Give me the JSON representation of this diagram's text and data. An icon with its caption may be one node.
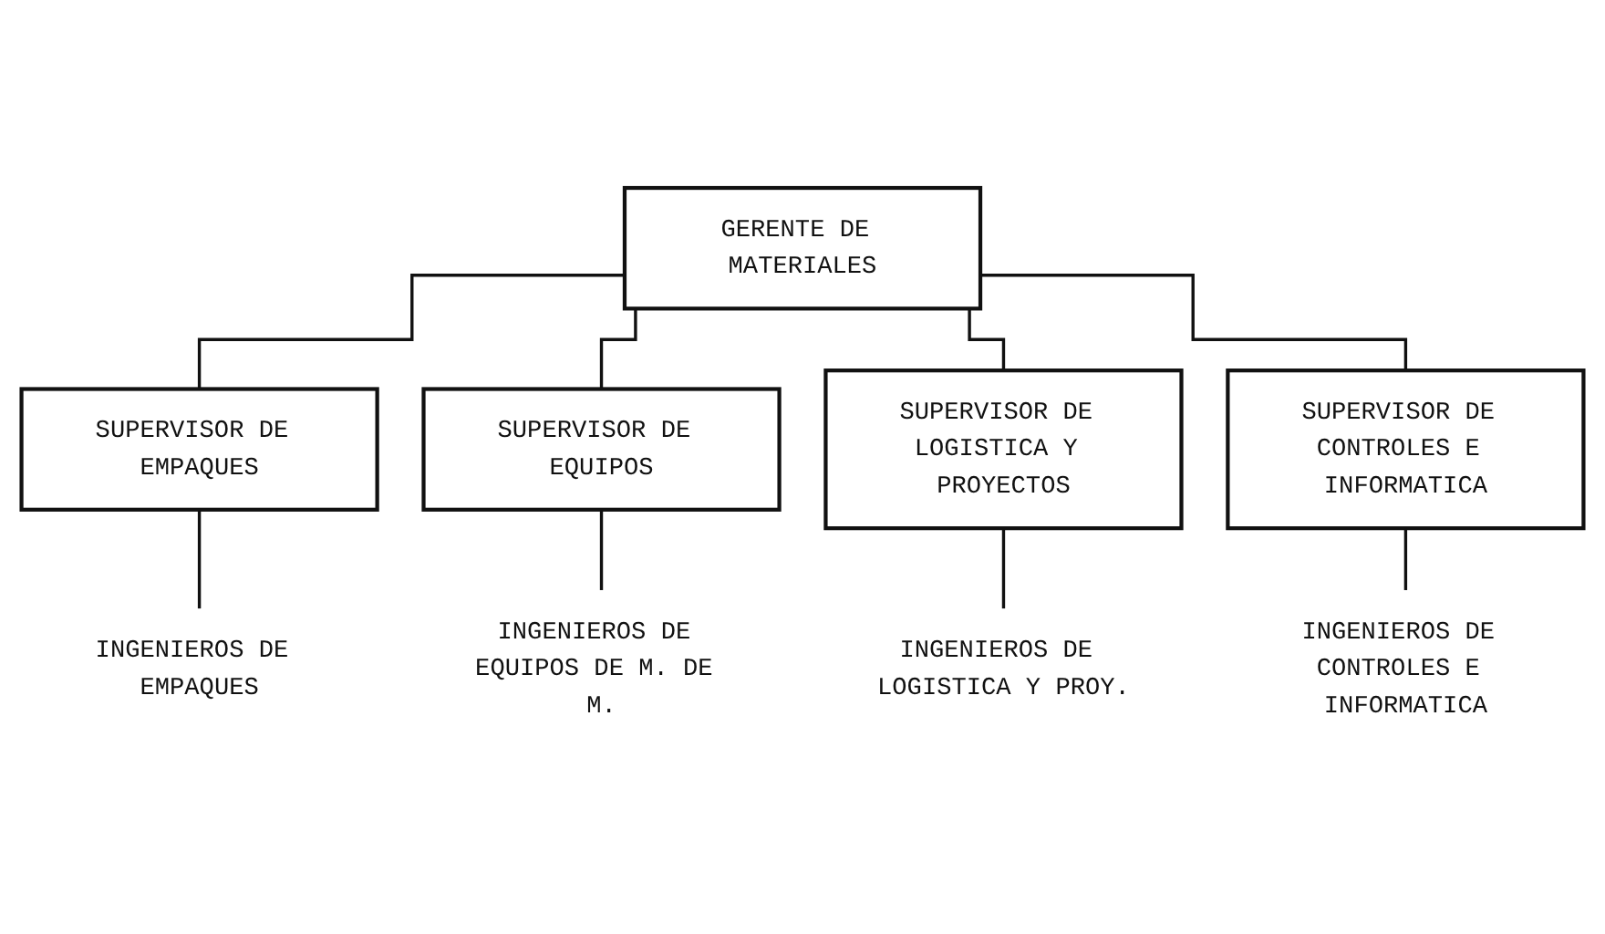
{
  "diagram": {
    "nodes": [
      {
        "text": [
          "GERENTE DE MATERIALES"
        ]
      },
      {
        "text": [
          "SUPERVISOR DE EMPAQUES"
        ]
      },
      {
        "text": [
          "SUPERVISOR DE EQUIPOS"
        ]
      },
      {
        "text": [
          "SUPERVISOR DE LOGISTICA Y PROYECTOS"
        ]
      },
      {
        "text": [
          "SUPERVISOR DE CONTROLES E INFORMATICA"
        ]
      },
      {
        "text": [
          "INGENIEROS DE EMPAQUES"
        ]
      },
      {
        "text": [
          "INGENIEROS DE EQUIPOS DE M. DE M."
        ]
      },
      {
        "text": [
          "INGENIEROS DE LOGISTICA Y PROY."
        ]
      },
      {
        "text": [
          "INGENIEROS DE CONTROLES E INFORMATICA"
        ]
      }
    ],
    "edges": [
      {
        "from": 0,
        "to": 1,
        "arrow": "none"
      },
      {
        "from": 0,
        "to": 2,
        "arrow": "none"
      },
      {
        "from": 0,
        "to": 3,
        "arrow": "none"
      },
      {
        "from": 0,
        "to": 4,
        "arrow": "none"
      },
      {
        "from": 1,
        "to": 5,
        "arrow": "none"
      },
      {
        "from": 2,
        "to": 6,
        "arrow": "none"
      },
      {
        "from": 3,
        "to": 7,
        "arrow": "none"
      },
      {
        "from": 4,
        "to": 8,
        "arrow": "none"
      }
    ]
  }
}
